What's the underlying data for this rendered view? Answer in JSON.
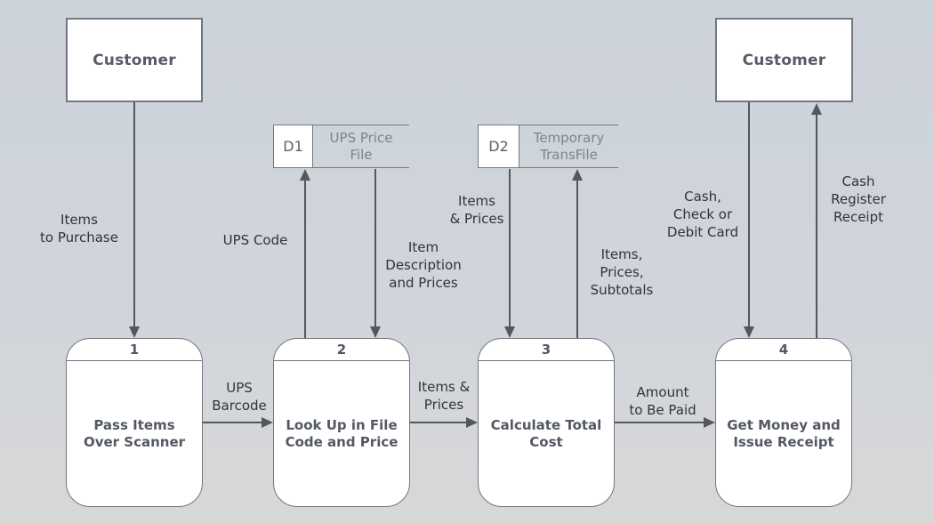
{
  "colors": {
    "bg-top": "#cdd3db",
    "bg-bottom": "#d7d8d8",
    "shape-fill": "#ffffff",
    "shape-border": "#73777e",
    "connector": "#54575c",
    "process-text": "#535963",
    "entity-text": "#565c66",
    "store-id-text": "#5a606a",
    "store-name-text": "#7e848c",
    "label-text": "#313439"
  },
  "entities": {
    "customer_left": "Customer",
    "customer_right": "Customer"
  },
  "data_stores": {
    "d1": {
      "id": "D1",
      "name": "UPS Price\nFile"
    },
    "d2": {
      "id": "D2",
      "name": "Temporary\nTransFile"
    }
  },
  "processes": {
    "p1": {
      "number": "1",
      "name": "Pass Items\nOver Scanner"
    },
    "p2": {
      "number": "2",
      "name": "Look Up in File\nCode and Price"
    },
    "p3": {
      "number": "3",
      "name": "Calculate Total\nCost"
    },
    "p4": {
      "number": "4",
      "name": "Get Money and\nIssue Receipt"
    }
  },
  "flow_labels": {
    "items_to_purchase": "Items\nto Purchase",
    "ups_code": "UPS Code",
    "item_description_and_prices": "Item\nDescription\nand Prices",
    "items_and_prices_store": "Items\n& Prices",
    "items_prices_subtotals": "Items,\nPrices,\nSubtotals",
    "cash_check_or_debit_card": "Cash,\nCheck or\nDebit Card",
    "cash_register_receipt": "Cash\nRegister\nReceipt",
    "ups_barcode": "UPS\nBarcode",
    "items_and_prices": "Items &\nPrices",
    "amount_to_be_paid": "Amount\nto Be Paid"
  }
}
